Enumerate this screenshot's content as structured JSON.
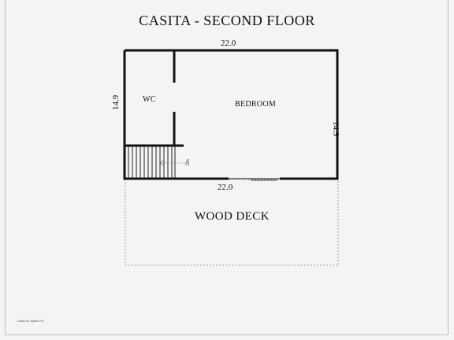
{
  "title": "CASITA - SECOND FLOOR",
  "dimensions": {
    "top": "22.0",
    "bottom": "22.0",
    "left": "14.9",
    "right": "14.9"
  },
  "rooms": {
    "wc": "WC",
    "bedroom": "BEDROOM",
    "deck": "WOOD DECK"
  },
  "stair_label": "Dn",
  "credit": "Drawn by Jayarts Pro"
}
